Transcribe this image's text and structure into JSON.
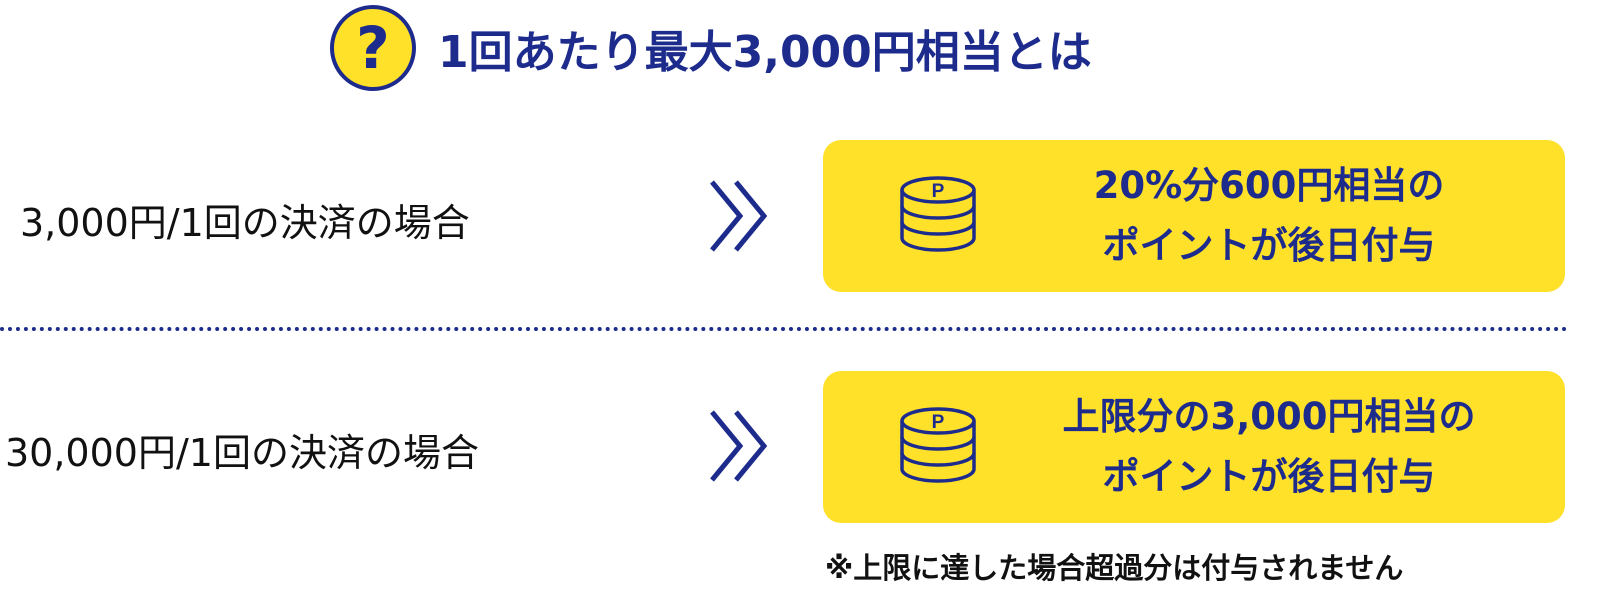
{
  "title": {
    "icon": "question-icon",
    "icon_glyph": "?",
    "text": "1回あたり最大3,000円相当とは"
  },
  "rows": [
    {
      "label": "3,000円/1回の決済の場合",
      "result_line1": "20%分600円相当の",
      "result_line2": "ポイントが後日付与",
      "coin_letter": "P"
    },
    {
      "label": "30,000円/1回の決済の場合",
      "result_line1": "上限分の3,000円相当の",
      "result_line2": "ポイントが後日付与",
      "coin_letter": "P"
    }
  ],
  "note": "※上限に達した場合超過分は付与されません",
  "colors": {
    "navy": "#1D2C8C",
    "yellow": "#FFE12A"
  }
}
